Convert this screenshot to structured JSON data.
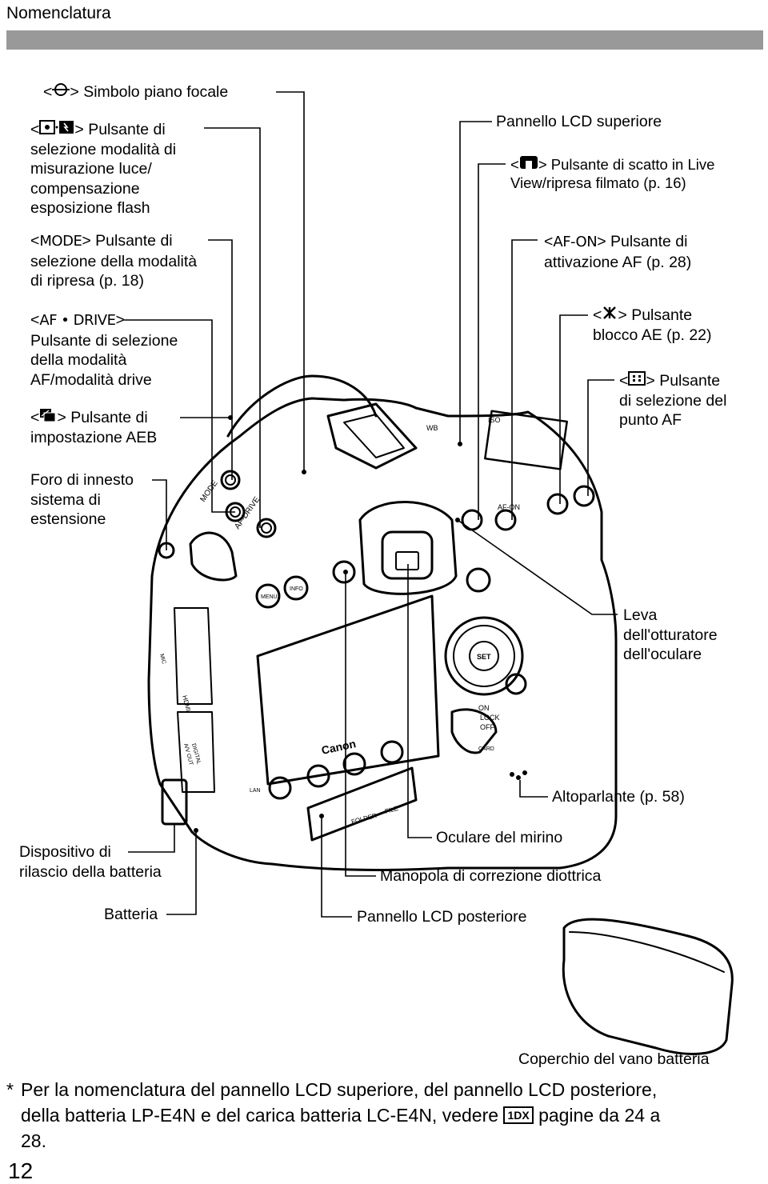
{
  "header": {
    "title": "Nomenclatura"
  },
  "labels": {
    "focal_plane": {
      "prefix": "<",
      "suffix": ">",
      "text": "Simbolo piano focale",
      "icon": "focal-plane-icon"
    },
    "metering": {
      "prefix": "<",
      "suffix": ">",
      "line1": "Pulsante di",
      "line2": "selezione modalità di",
      "line3": "misurazione luce/",
      "line4": "compensazione",
      "line5": "esposizione flash",
      "icon": "metering-flash-comp-icon"
    },
    "mode": {
      "prefix": "<",
      "symbol": "MODE",
      "suffix": ">",
      "line1": "Pulsante di",
      "line2": "selezione della modalità",
      "line3": "di ripresa (p. 18)"
    },
    "af_drive": {
      "prefix": "<",
      "symbol": "AF • DRIVE",
      "suffix": ">",
      "line2": "Pulsante di selezione",
      "line3": "della modalità",
      "line4": "AF/modalità drive"
    },
    "aeb": {
      "prefix": "<",
      "suffix": ">",
      "line1": "Pulsante di",
      "line2": "impostazione AEB",
      "icon": "aeb-icon"
    },
    "extension": {
      "line1": "Foro di innesto",
      "line2": "sistema di",
      "line3": "estensione"
    },
    "lcd_top": {
      "text": "Pannello LCD superiore"
    },
    "live_view": {
      "prefix": "<",
      "suffix": ">",
      "line1": "Pulsante di scatto in Live",
      "line2": "View/ripresa filmato (p. 16)",
      "icon": "camera-liveview-icon"
    },
    "af_on": {
      "prefix": "<",
      "symbol": "AF-ON",
      "suffix": ">",
      "line1": "Pulsante di",
      "line2": "attivazione AF (p. 28)"
    },
    "ae_lock": {
      "prefix": "<",
      "suffix": ">",
      "line1": "Pulsante",
      "line2": "blocco AE (p. 22)",
      "icon": "asterisk-icon"
    },
    "af_point": {
      "prefix": "<",
      "suffix": ">",
      "line1": "Pulsante",
      "line2": "di selezione del",
      "line3": "punto AF",
      "icon": "af-point-icon"
    },
    "eyepiece_lever": {
      "line1": "Leva",
      "line2": "dell'otturatore",
      "line3": "dell'oculare"
    },
    "speaker": {
      "text": "Altoparlante (p. 58)"
    },
    "eyepiece": {
      "text": "Oculare del mirino"
    },
    "diopter": {
      "text": "Manopola di correzione diottrica"
    },
    "lcd_rear": {
      "text": "Pannello LCD posteriore"
    },
    "battery_release": {
      "line1": "Dispositivo di",
      "line2": "rilascio della batteria"
    },
    "battery": {
      "text": "Batteria"
    },
    "battery_cover": {
      "text": "Coperchio del vano batteria"
    }
  },
  "camera_marks": {
    "mode": "MODE",
    "af_drive": "AF-DRIVE",
    "menu": "MENU",
    "info": "INFO",
    "set": "SET",
    "wb": "WB",
    "iso": "ISO",
    "af_on": "AF-ON",
    "on": "ON",
    "lock": "LOCK",
    "off": "OFF",
    "card": "CARD",
    "brand": "Canon",
    "folder": "FOLDER",
    "file": "FILE",
    "lan": "LAN",
    "hdmi": "HDMI",
    "mic": "MIC",
    "av_out": "A/V OUT",
    "digital": "DIGITAL"
  },
  "footnote": {
    "star": "*",
    "text1": "Per la nomenclatura del pannello LCD superiore, del pannello LCD posteriore,",
    "text2": "della batteria LP-E4N e del carica batteria LC-E4N, vedere",
    "badge": "1DX",
    "text3": "pagine da 24 a",
    "text4": "28."
  },
  "page": {
    "number": "12"
  }
}
